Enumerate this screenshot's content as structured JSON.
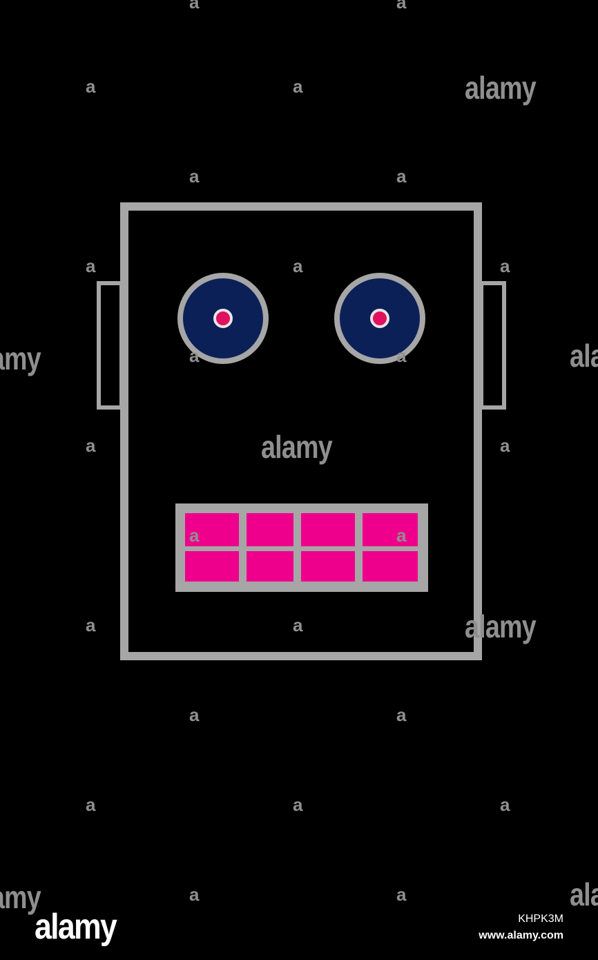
{
  "illustration": {
    "subject": "robot-face-icon",
    "colors": {
      "background": "#000000",
      "outline": "#a6a6a6",
      "eye_iris": "#0b2057",
      "eye_pupil": "#e0115f",
      "mouth_teeth": "#ee008c"
    }
  },
  "watermark": {
    "brand": "alamy",
    "letter": "a",
    "color": "#8f8f8f"
  },
  "footer": {
    "logo": "alamy",
    "image_id": "KHPK3M",
    "url": "www.alamy.com"
  }
}
